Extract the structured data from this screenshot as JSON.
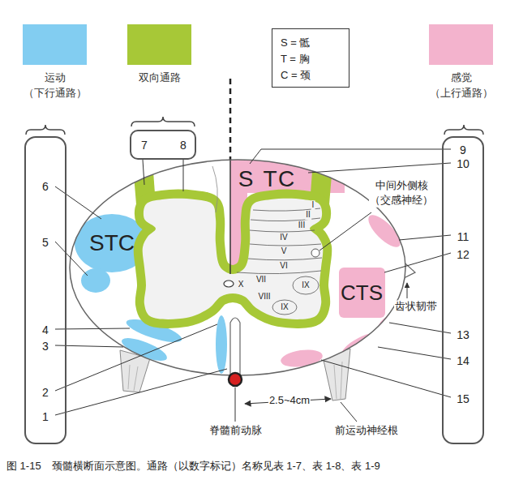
{
  "diagram": {
    "caption": "图 1-15　颈髓横断面示意图。通路（以数字标记）名称见表 1-7、表 1-8、表 1-9",
    "nodes": [
      {
        "text": [
          "S = 骶",
          "T = 胸",
          "C = 颈"
        ]
      },
      {
        "text": [
          "6",
          "5",
          "4",
          "3",
          "2",
          "1"
        ]
      },
      {
        "text": [
          "7",
          "8"
        ]
      },
      {
        "text": [
          "9",
          "10",
          "11",
          "12",
          "13",
          "14",
          "15"
        ]
      }
    ],
    "labels": [
      "STC",
      "S",
      "T",
      "C",
      "I",
      "II",
      "III",
      "IV",
      "V",
      "VI",
      "VII",
      "VIII",
      "IX",
      "IX",
      "X",
      "CTS",
      "中间外侧核 （交感神经）",
      "齿状韧带",
      "2.5~4cm",
      "脊髓前动脉",
      "前运动神经根"
    ],
    "legend": [
      {
        "text": "运动 （下行通路）",
        "color": "#82cdf1"
      },
      {
        "text": "双向通路",
        "color": "#a7c837"
      },
      {
        "text": "感觉 （上行通路）",
        "color": "#f3b3cd"
      }
    ]
  }
}
